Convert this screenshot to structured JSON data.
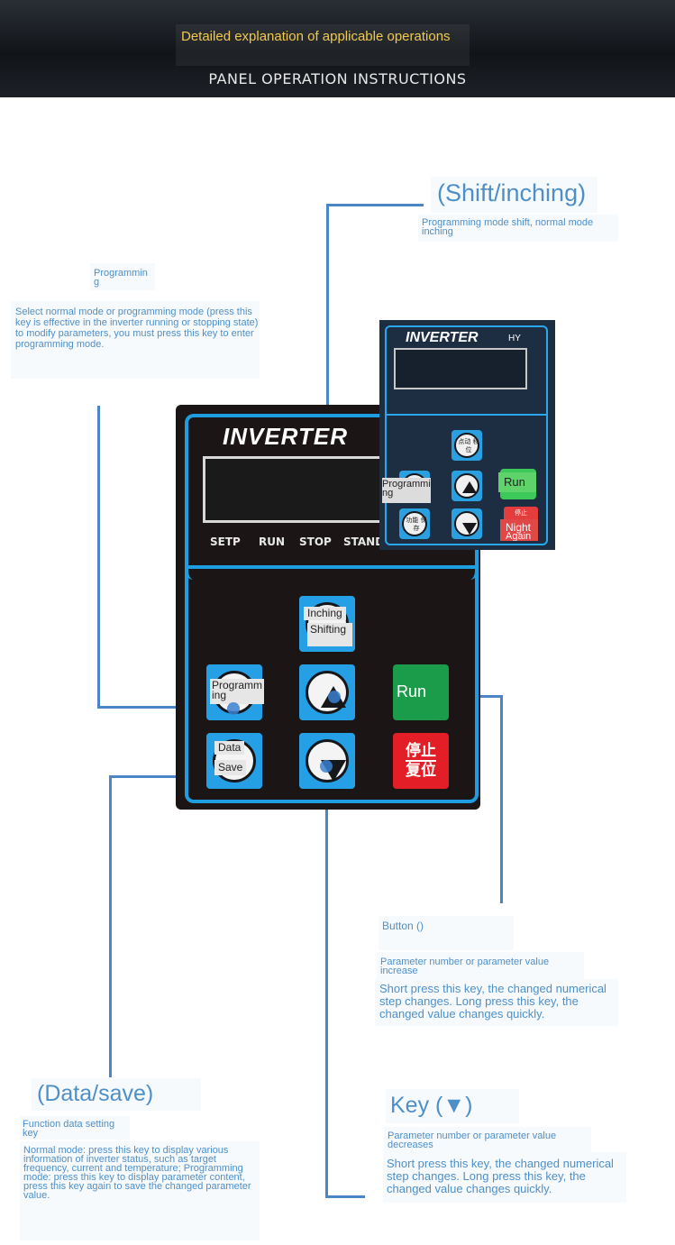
{
  "header": {
    "subtitle": "Detailed explanation of applicable operations",
    "title": "PANEL OPERATION INSTRUCTIONS"
  },
  "callouts": {
    "shift": {
      "title": "(Shift/inching)",
      "subtitle": "Programming mode shift, normal mode inching"
    },
    "programming": {
      "title": "Programming",
      "description": "Select normal mode or programming mode (press this key is effective in the inverter running or stopping state) to modify parameters, you must press this key to enter programming mode."
    },
    "up": {
      "title": "Button ()",
      "subtitle": "Parameter number or parameter value increase",
      "description": "Short press this key, the changed numerical step changes. Long press this key, the changed value changes quickly."
    },
    "data": {
      "title": "(Data/save)",
      "subtitle": "Function data setting key",
      "description": "Normal mode: press this key to display various information of inverter status, such as target frequency, current and temperature; Programming mode: press this key to display parameter content, press this key again to save the changed parameter value."
    },
    "down": {
      "title": "Key (▼)",
      "subtitle": "Parameter number or parameter value decreases",
      "description": "Short press this key, the changed numerical step changes. Long press this key, the changed value changes quickly."
    }
  },
  "panel": {
    "brand": "INVERTER",
    "indicators": [
      "SETP",
      "RUN",
      "STOP",
      "STAND"
    ],
    "keys": {
      "inching_line1": "Inching",
      "inching_line2": "Shifting",
      "programming": "Programming",
      "data_line1": "Data",
      "data_line2": "Save",
      "run": "Run",
      "stop_line1": "停止",
      "stop_line2": "复位"
    }
  },
  "small_panel": {
    "brand": "INVERTER",
    "model": "HY",
    "keys": {
      "jog_cn": "点动 移位",
      "func_cn": "功能 保存",
      "programming": "Programming",
      "run": "Run",
      "stop_cn": "停止",
      "stop_line1": "Night",
      "stop_line2": "Again"
    }
  },
  "colors": {
    "accent_blue": "#4f8fc8",
    "panel_blue": "#1e9ee0",
    "run_green": "#1b9c4a",
    "stop_red": "#e41e26",
    "header_yellow": "#f2c94c"
  }
}
